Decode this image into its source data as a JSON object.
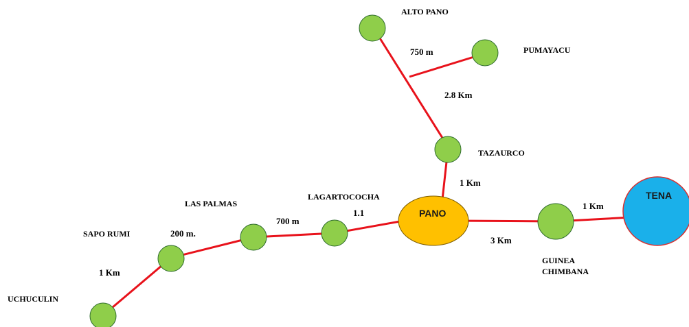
{
  "colors": {
    "edge": "#e8121b",
    "node_small": "#8fce4a",
    "node_pano": "#ffc000",
    "node_tena": "#1ab0ea",
    "tena_border": "#d83030"
  },
  "nodes": {
    "alto_pano": "ALTO PANO",
    "pumayacu": "PUMAYACU",
    "tazaurco": "TAZAURCO",
    "pano": "PANO",
    "tena": "TENA",
    "guinea_line1": "GUINEA",
    "guinea_line2": "CHIMBANA",
    "lagartococha": "LAGARTOCOCHA",
    "las_palmas": "LAS PALMAS",
    "sapo_rumi": "SAPO RUMI",
    "uchuculin": "UCHUCULIN"
  },
  "distances": {
    "alto_pumayacu": "750 m",
    "alto_tazaurco": "2.8 Km",
    "tazaurco_pano": "1 Km",
    "pano_guinea": "3 Km",
    "guinea_tena": "1 Km",
    "lagartococha_pano": "1.1",
    "palmas_lagartococha": "700 m",
    "sapo_palmas": "200 m.",
    "uchuculin_sapo": "1 Km"
  }
}
